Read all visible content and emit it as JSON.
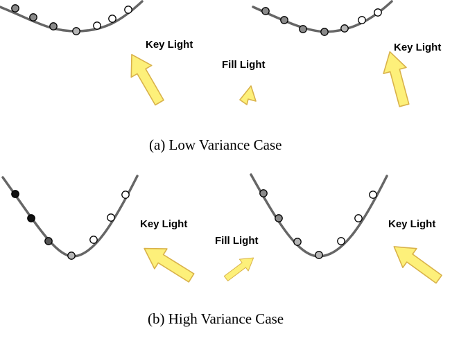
{
  "colors": {
    "arrow_fill": "#fdf07a",
    "arrow_stroke": "#d9b24a",
    "curve": "#666666",
    "point_shades": {
      "white": "#ffffff",
      "light": "#b5b5b5",
      "mid": "#8a8a8a",
      "dark": "#555555",
      "black": "#111111"
    }
  },
  "panels": [
    {
      "id": "a",
      "caption": "(a)  Low Variance Case",
      "key_light_label": "Key Light",
      "fill_light_label": "Fill Light",
      "left_points": [
        "mid",
        "mid",
        "mid",
        "light",
        "white",
        "white",
        "white"
      ],
      "right_points": [
        "mid",
        "mid",
        "mid",
        "mid",
        "light",
        "white",
        "white"
      ]
    },
    {
      "id": "b",
      "caption": "(b)  High Variance Case",
      "key_light_label": "Key Light",
      "fill_light_label": "Fill Light",
      "left_points": [
        "black",
        "black",
        "dark",
        "light",
        "white",
        "white",
        "white"
      ],
      "right_points": [
        "mid",
        "mid",
        "light",
        "light",
        "white",
        "white",
        "white"
      ]
    }
  ]
}
